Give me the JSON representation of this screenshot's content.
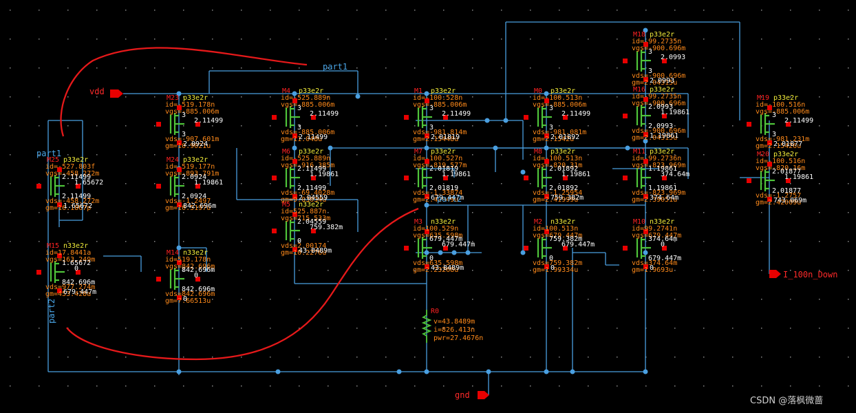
{
  "nets": {
    "vdd": "vdd",
    "gnd": "gnd",
    "part1_top": "part1",
    "part1_left": "part1",
    "part2_mid": "part2",
    "part2_left": "part2",
    "out": "I_100n_Down"
  },
  "watermark": "CSDN @落枫微蔷",
  "annotations": [
    {
      "t": "M23",
      "c": "R"
    },
    {
      "t": "p33e2r",
      "c": "Y"
    },
    {
      "t": "id=-519.178n",
      "c": "O"
    },
    {
      "t": "vgs=-885.006m",
      "c": "O"
    },
    {
      "t": "vds=-907.601m",
      "c": "O"
    },
    {
      "t": "gm=10.9021u",
      "c": "O"
    },
    {
      "t": "3",
      "c": "W"
    },
    {
      "t": "3",
      "c": "W"
    },
    {
      "t": "2.11499",
      "c": "W"
    },
    {
      "t": "2.0924",
      "c": "W"
    },
    {
      "t": "M24",
      "c": "R"
    },
    {
      "t": "p33e2r",
      "c": "Y"
    },
    {
      "t": "id=-519.177n",
      "c": "O"
    },
    {
      "t": "vgs=-893.791m",
      "c": "O"
    },
    {
      "t": "vds=-1.2497",
      "c": "O"
    },
    {
      "t": "gm=10.5197u",
      "c": "O"
    },
    {
      "t": "2.0924",
      "c": "W"
    },
    {
      "t": "2.0924",
      "c": "W"
    },
    {
      "t": "1.19861",
      "c": "W"
    },
    {
      "t": "842.696m",
      "c": "W"
    },
    {
      "t": "M14",
      "c": "R"
    },
    {
      "t": "n33e2r",
      "c": "Y"
    },
    {
      "t": "id=519.178n",
      "c": "O"
    },
    {
      "t": "vgs=842.696m",
      "c": "O"
    },
    {
      "t": "vds=842.696m",
      "c": "O"
    },
    {
      "t": "gm=7.66513u",
      "c": "O"
    },
    {
      "t": "842.696m",
      "c": "W"
    },
    {
      "t": "842.696m",
      "c": "W"
    },
    {
      "t": "0",
      "c": "W"
    },
    {
      "t": "0",
      "c": "W"
    },
    {
      "t": "M25",
      "c": "R"
    },
    {
      "t": "p33e2r",
      "c": "Y"
    },
    {
      "t": "id=-527.803f",
      "c": "O"
    },
    {
      "t": "vgs=-458.272m",
      "c": "O"
    },
    {
      "t": "vds=-458.272m",
      "c": "O"
    },
    {
      "t": "gm=16.1867p",
      "c": "O"
    },
    {
      "t": "2.11499",
      "c": "W"
    },
    {
      "t": "2.11499",
      "c": "W"
    },
    {
      "t": "1.65672",
      "c": "W"
    },
    {
      "t": "1.65672",
      "c": "W"
    },
    {
      "t": "M15",
      "c": "R"
    },
    {
      "t": "n33e2r",
      "c": "Y"
    },
    {
      "t": "id=17.8441a",
      "c": "O"
    },
    {
      "t": "vgs=163.249m",
      "c": "O"
    },
    {
      "t": "vds=977.274m",
      "c": "O"
    },
    {
      "t": "gm=453.428a",
      "c": "O"
    },
    {
      "t": "1.65672",
      "c": "W"
    },
    {
      "t": "842.696m",
      "c": "W"
    },
    {
      "t": "0",
      "c": "W"
    },
    {
      "t": "679.447m",
      "c": "W"
    },
    {
      "t": "M4",
      "c": "R"
    },
    {
      "t": "p33e2r",
      "c": "Y"
    },
    {
      "t": "id=-525.889n",
      "c": "O"
    },
    {
      "t": "vgs=-885.006m",
      "c": "O"
    },
    {
      "t": "vds=-885.006m",
      "c": "O"
    },
    {
      "t": "gm=11.048u",
      "c": "O"
    },
    {
      "t": "3",
      "c": "W"
    },
    {
      "t": "3",
      "c": "W"
    },
    {
      "t": "2.11499",
      "c": "W"
    },
    {
      "t": "2.11499",
      "c": "W"
    },
    {
      "t": "M6",
      "c": "R"
    },
    {
      "t": "p33e2r",
      "c": "Y"
    },
    {
      "t": "id=-525.889n",
      "c": "O"
    },
    {
      "t": "vgs=-916.385m",
      "c": "O"
    },
    {
      "t": "vds=-69.4028m",
      "c": "O"
    },
    {
      "t": "gm=9.03034u",
      "c": "O"
    },
    {
      "t": "2.11499",
      "c": "W"
    },
    {
      "t": "2.11499",
      "c": "W"
    },
    {
      "t": "1.19861",
      "c": "W"
    },
    {
      "t": "2.04559",
      "c": "W"
    },
    {
      "t": "M5",
      "c": "R"
    },
    {
      "t": "n33e2r",
      "c": "Y"
    },
    {
      "t": "id=525.887n",
      "c": "O"
    },
    {
      "t": "vgs=715.533m",
      "c": "O"
    },
    {
      "t": "vds=2.00174",
      "c": "O"
    },
    {
      "t": "gm=10.2276u",
      "c": "O"
    },
    {
      "t": "2.04559",
      "c": "W"
    },
    {
      "t": "0",
      "c": "W"
    },
    {
      "t": "759.382m",
      "c": "W"
    },
    {
      "t": "43.8489m",
      "c": "W"
    },
    {
      "t": "M1",
      "c": "R"
    },
    {
      "t": "p33e2r",
      "c": "Y"
    },
    {
      "t": "id=-100.528n",
      "c": "O"
    },
    {
      "t": "vgs=-885.006m",
      "c": "O"
    },
    {
      "t": "vds=-981.814m",
      "c": "O"
    },
    {
      "t": "gm=2.15448u",
      "c": "O"
    },
    {
      "t": "3",
      "c": "W"
    },
    {
      "t": "3",
      "c": "W"
    },
    {
      "t": "2.11499",
      "c": "W"
    },
    {
      "t": "2.01819",
      "c": "W"
    },
    {
      "t": "M7",
      "c": "R"
    },
    {
      "t": "p33e2r",
      "c": "Y"
    },
    {
      "t": "id=-100.527n",
      "c": "O"
    },
    {
      "t": "vgs=-819.577m",
      "c": "O"
    },
    {
      "t": "vds=-1.33874",
      "c": "O"
    },
    {
      "t": "gm=2.42049u",
      "c": "O"
    },
    {
      "t": "2.01819",
      "c": "W"
    },
    {
      "t": "2.01819",
      "c": "W"
    },
    {
      "t": "1.19861",
      "c": "W"
    },
    {
      "t": "679.447m",
      "c": "W"
    },
    {
      "t": "M3",
      "c": "R"
    },
    {
      "t": "n33e2r",
      "c": "Y"
    },
    {
      "t": "id=100.529n",
      "c": "O"
    },
    {
      "t": "vgs=635.598m",
      "c": "O"
    },
    {
      "t": "vds=635.598m",
      "c": "O"
    },
    {
      "t": "gm=2.23268u",
      "c": "O"
    },
    {
      "t": "679.447m",
      "c": "W"
    },
    {
      "t": "0",
      "c": "W"
    },
    {
      "t": "679.447m",
      "c": "W"
    },
    {
      "t": "43.8489m",
      "c": "W"
    },
    {
      "t": "M0",
      "c": "R"
    },
    {
      "t": "p33e2r",
      "c": "Y"
    },
    {
      "t": "id=-100.513n",
      "c": "O"
    },
    {
      "t": "vgs=-885.006m",
      "c": "O"
    },
    {
      "t": "vds=-981.081m",
      "c": "O"
    },
    {
      "t": "gm=2.1542u",
      "c": "O"
    },
    {
      "t": "3",
      "c": "W"
    },
    {
      "t": "3",
      "c": "W"
    },
    {
      "t": "2.11499",
      "c": "W"
    },
    {
      "t": "2.01892",
      "c": "W"
    },
    {
      "t": "M8",
      "c": "R"
    },
    {
      "t": "p33e2r",
      "c": "Y"
    },
    {
      "t": "id=-100.513n",
      "c": "O"
    },
    {
      "t": "vgs=-820.31m",
      "c": "O"
    },
    {
      "t": "vds=-1.25954",
      "c": "O"
    },
    {
      "t": "gm=2.41999u",
      "c": "O"
    },
    {
      "t": "2.01892",
      "c": "W"
    },
    {
      "t": "2.01892",
      "c": "W"
    },
    {
      "t": "1.19861",
      "c": "W"
    },
    {
      "t": "759.382m",
      "c": "W"
    },
    {
      "t": "M2",
      "c": "R"
    },
    {
      "t": "n33e2r",
      "c": "Y"
    },
    {
      "t": "id=100.513n",
      "c": "O"
    },
    {
      "t": "vgs=679.447m",
      "c": "O"
    },
    {
      "t": "vds=759.382m",
      "c": "O"
    },
    {
      "t": "gm=1.99334u",
      "c": "O"
    },
    {
      "t": "759.382m",
      "c": "W"
    },
    {
      "t": "0",
      "c": "W"
    },
    {
      "t": "679.447m",
      "c": "W"
    },
    {
      "t": "0",
      "c": "W"
    },
    {
      "t": "M18",
      "c": "R"
    },
    {
      "t": "p33e2r",
      "c": "Y"
    },
    {
      "t": "id=-99.2735n",
      "c": "O"
    },
    {
      "t": "vgs=-900.696m",
      "c": "O"
    },
    {
      "t": "vds=-900.696m",
      "c": "O"
    },
    {
      "t": "gm=2.04315u",
      "c": "O"
    },
    {
      "t": "3",
      "c": "W"
    },
    {
      "t": "3",
      "c": "W"
    },
    {
      "t": "2.0993",
      "c": "W"
    },
    {
      "t": "2.0993",
      "c": "W"
    },
    {
      "t": "M16",
      "c": "R"
    },
    {
      "t": "p33e2r",
      "c": "Y"
    },
    {
      "t": "id=-99.2735n",
      "c": "O"
    },
    {
      "t": "vgs=-900.696m",
      "c": "O"
    },
    {
      "t": "vds=-900.696m",
      "c": "O"
    },
    {
      "t": "gm=2.04315u",
      "c": "O"
    },
    {
      "t": "2.0993",
      "c": "W"
    },
    {
      "t": "2.0993",
      "c": "W"
    },
    {
      "t": "1.19861",
      "c": "W"
    },
    {
      "t": "1.19861",
      "c": "W"
    },
    {
      "t": "M11",
      "c": "R"
    },
    {
      "t": "p33e2r",
      "c": "Y"
    },
    {
      "t": "id=-99.2736n",
      "c": "O"
    },
    {
      "t": "vgs=-823.969m",
      "c": "O"
    },
    {
      "t": "vds=-823.969m",
      "c": "O"
    },
    {
      "t": "gm=2.39051u",
      "c": "O"
    },
    {
      "t": "1.19861",
      "c": "W"
    },
    {
      "t": "1.19861",
      "c": "W"
    },
    {
      "t": "374.64m",
      "c": "W"
    },
    {
      "t": "374.64m",
      "c": "W"
    },
    {
      "t": "M10",
      "c": "R"
    },
    {
      "t": "n33e2r",
      "c": "Y"
    },
    {
      "t": "id=99.2741n",
      "c": "O"
    },
    {
      "t": "vgs=679.447m",
      "c": "O"
    },
    {
      "t": "vds=374.64m",
      "c": "O"
    },
    {
      "t": "gm=1.9693u",
      "c": "O"
    },
    {
      "t": "374.64m",
      "c": "W"
    },
    {
      "t": "679.447m",
      "c": "W"
    },
    {
      "t": "0",
      "c": "W"
    },
    {
      "t": "0",
      "c": "W"
    },
    {
      "t": "M19",
      "c": "R"
    },
    {
      "t": "p33e2r",
      "c": "Y"
    },
    {
      "t": "id=-100.516n",
      "c": "O"
    },
    {
      "t": "vgs=-885.006m",
      "c": "O"
    },
    {
      "t": "vds=-981.231m",
      "c": "O"
    },
    {
      "t": "gm=2.15426u",
      "c": "O"
    },
    {
      "t": "3",
      "c": "W"
    },
    {
      "t": "3",
      "c": "W"
    },
    {
      "t": "2.11499",
      "c": "W"
    },
    {
      "t": "2.01877",
      "c": "W"
    },
    {
      "t": "M20",
      "c": "R"
    },
    {
      "t": "p33e2r",
      "c": "Y"
    },
    {
      "t": "id=-100.516n",
      "c": "O"
    },
    {
      "t": "vgs=-820.16m",
      "c": "O"
    },
    {
      "t": "vds=-1.2757",
      "c": "O"
    },
    {
      "t": "gm=2.42009u",
      "c": "O"
    },
    {
      "t": "2.01877",
      "c": "W"
    },
    {
      "t": "2.01877",
      "c": "W"
    },
    {
      "t": "1.19861",
      "c": "W"
    },
    {
      "t": "743.069m",
      "c": "W"
    },
    {
      "t": "R0",
      "c": "R"
    },
    {
      "t": "v=43.8489m",
      "c": "O"
    },
    {
      "t": "i=826.413n",
      "c": "O"
    },
    {
      "t": "pwr=27.4676n",
      "c": "O"
    }
  ]
}
